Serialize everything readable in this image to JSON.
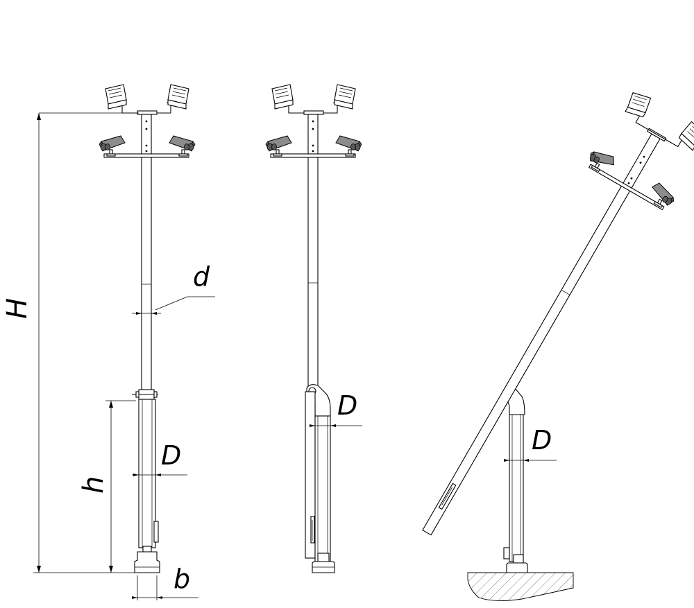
{
  "labels": {
    "height_total": "H",
    "height_lower": "h",
    "diameter_upper": "d",
    "diameter_lower_1": "D",
    "diameter_lower_2": "D",
    "diameter_lower_3": "D",
    "base_width": "b"
  },
  "colors": {
    "line": "#000000",
    "camera_body": "#8c8c8c",
    "background": "#ffffff"
  },
  "icons": [
    "floodlight-icon",
    "cctv-camera-icon",
    "hinge-icon",
    "ground-hatch"
  ]
}
